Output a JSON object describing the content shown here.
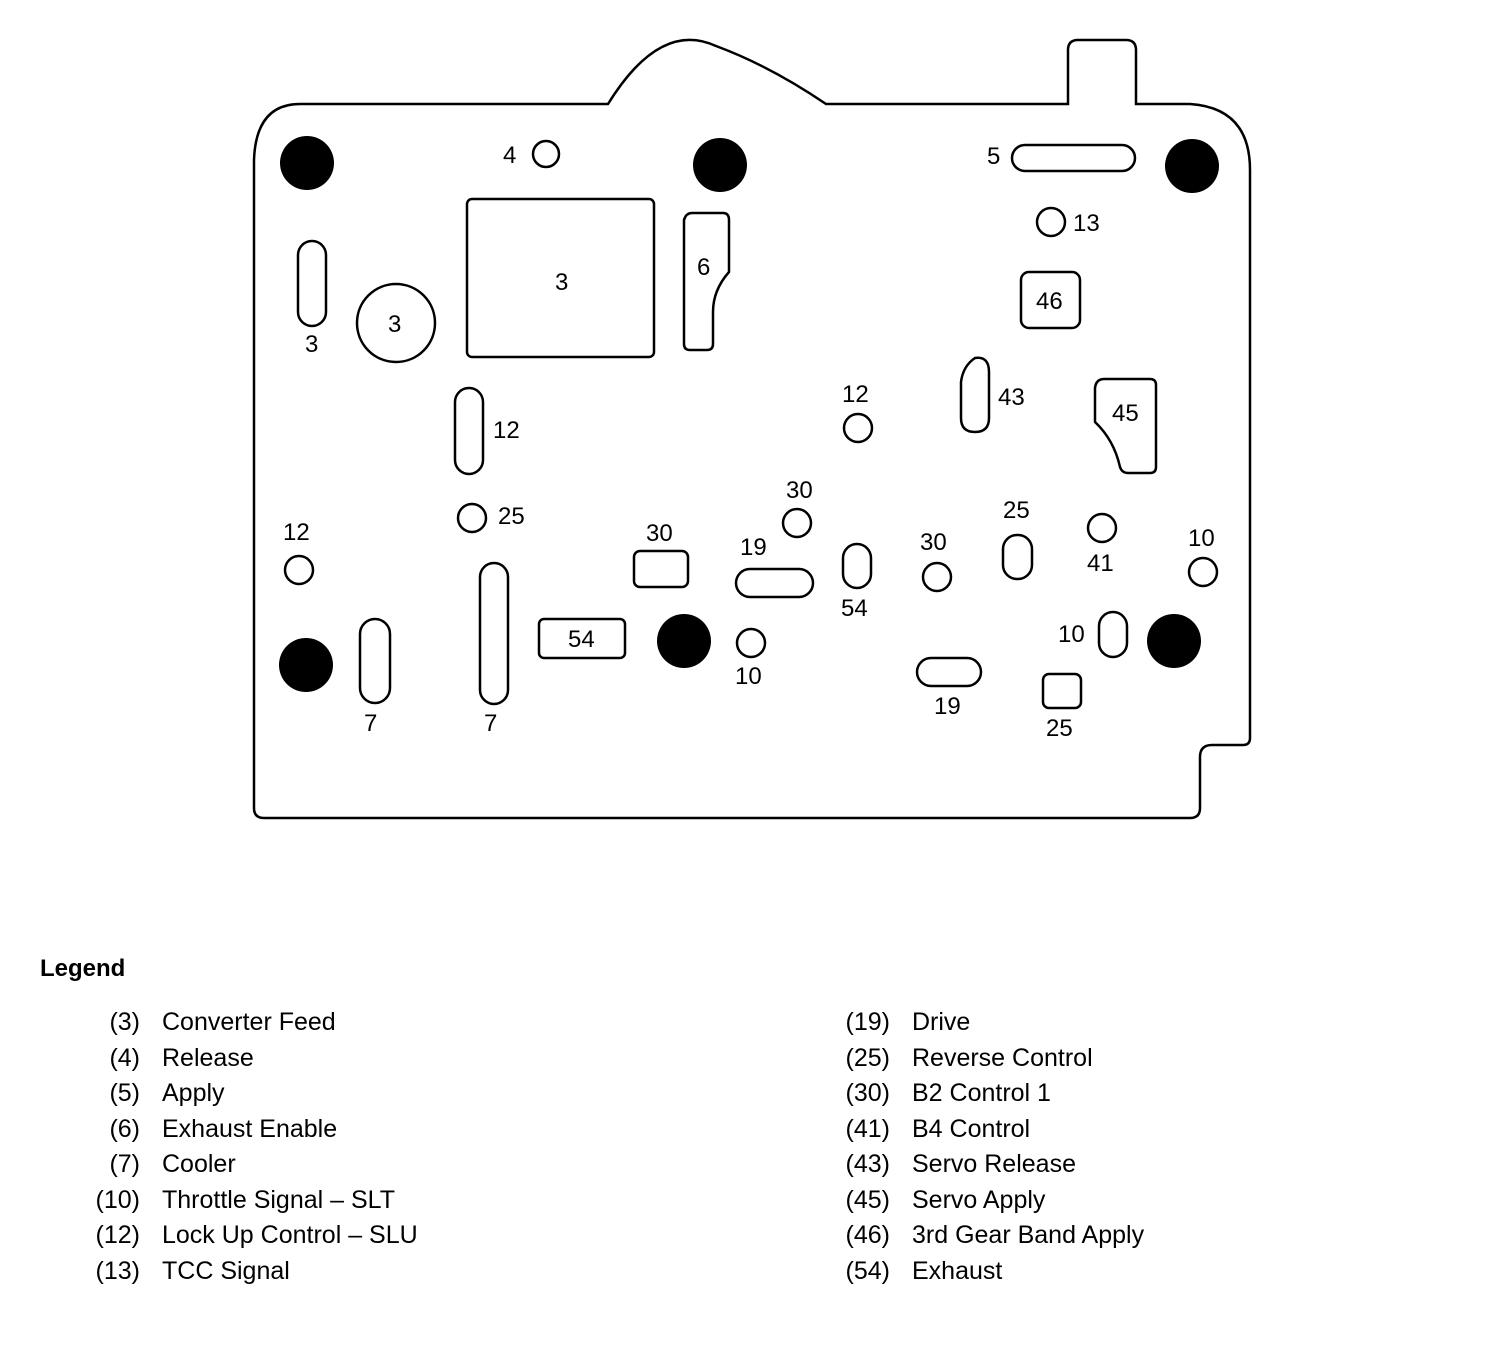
{
  "ports": {
    "p4": "4",
    "p5": "5",
    "p13": "13",
    "p3_slot": "3",
    "p3_circle": "3",
    "p3_square": "3",
    "p6": "6",
    "p46": "46",
    "p12_slot": "12",
    "p12_mid": "12",
    "p43": "43",
    "p45": "45",
    "p25_left": "25",
    "p30_top": "30",
    "p12_left": "12",
    "p30_box": "30",
    "p19_top": "19",
    "p54_slot": "54",
    "p30_right": "30",
    "p25_slot": "25",
    "p41": "41",
    "p10_right": "10",
    "p54_box": "54",
    "p10_center": "10",
    "p10_slot": "10",
    "p7_left": "7",
    "p7_long": "7",
    "p19_bottom": "19",
    "p25_box": "25"
  },
  "legend": {
    "title": "Legend",
    "left": [
      {
        "num": "(3)",
        "label": "Converter Feed"
      },
      {
        "num": "(4)",
        "label": "Release"
      },
      {
        "num": "(5)",
        "label": "Apply"
      },
      {
        "num": "(6)",
        "label": "Exhaust Enable"
      },
      {
        "num": "(7)",
        "label": "Cooler"
      },
      {
        "num": "(10)",
        "label": "Throttle Signal – SLT"
      },
      {
        "num": "(12)",
        "label": "Lock Up Control – SLU"
      },
      {
        "num": "(13)",
        "label": "TCC Signal"
      }
    ],
    "right": [
      {
        "num": "(19)",
        "label": "Drive"
      },
      {
        "num": "(25)",
        "label": "Reverse Control"
      },
      {
        "num": "(30)",
        "label": "B2 Control 1"
      },
      {
        "num": "(41)",
        "label": "B4 Control"
      },
      {
        "num": "(43)",
        "label": "Servo Release"
      },
      {
        "num": "(45)",
        "label": "Servo Apply"
      },
      {
        "num": "(46)",
        "label": "3rd Gear Band Apply"
      },
      {
        "num": "(54)",
        "label": "Exhaust"
      }
    ]
  }
}
